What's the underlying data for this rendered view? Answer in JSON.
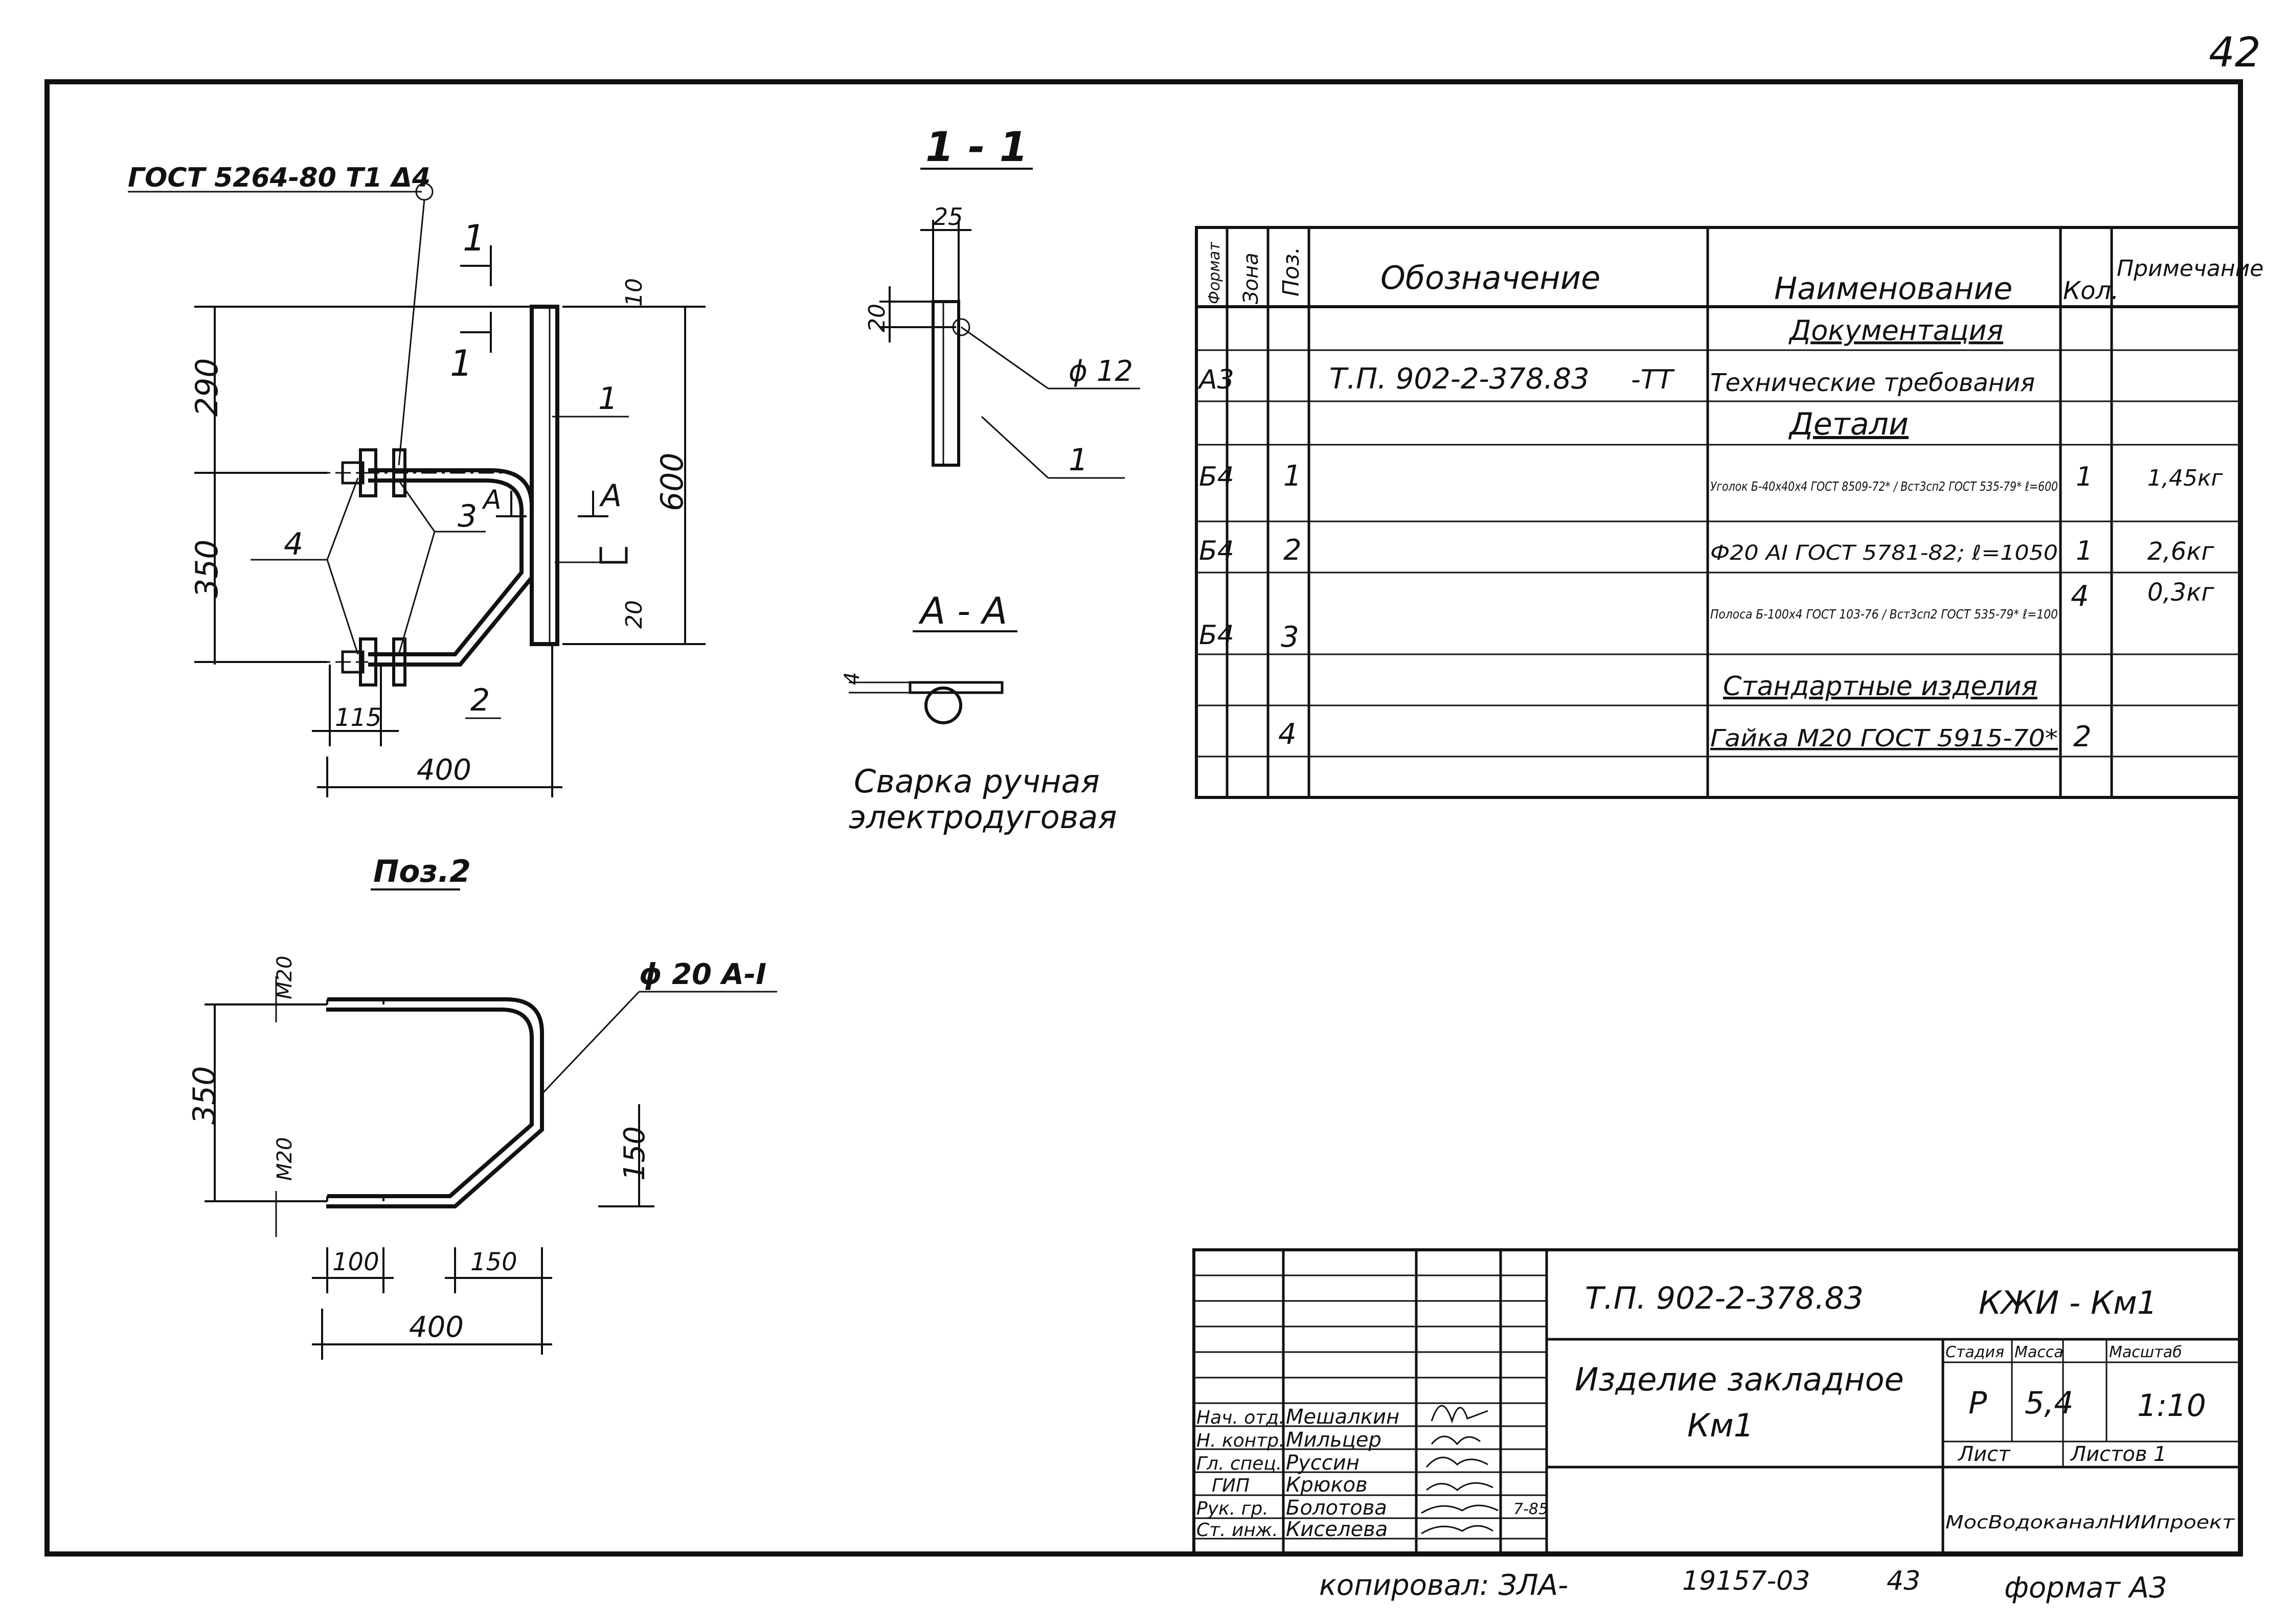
{
  "sheet": {
    "page_number": "42",
    "footer": {
      "copied_by": "копировал: ЗЛА-",
      "archive": "19157-03",
      "sheet_no": "43",
      "format": "формат А3"
    }
  },
  "main_view": {
    "gost_callout": "ГОСТ 5264-80 Т1 Δ4",
    "dims": {
      "d290": "290",
      "d350": "350",
      "d600": "600",
      "d10": "10",
      "d20": "20",
      "d115": "115",
      "d400": "400"
    },
    "labels": {
      "section_mark": "1",
      "pos1": "1",
      "pos2": "2",
      "pos3": "3",
      "pos4": "4",
      "view_a": "А"
    }
  },
  "section_1_1": {
    "title": "1 - 1",
    "d25": "25",
    "d20": "20",
    "hole": "ϕ 12",
    "pos": "1"
  },
  "section_a_a": {
    "title": "А - А",
    "d4": "4"
  },
  "welding_note": {
    "line1": "Сварка ручная",
    "line2": "электродуговая"
  },
  "pos2_detail": {
    "title": "Поз.2",
    "rebar": "ϕ 20 А-I",
    "thread_top": "М20",
    "thread_bottom": "М20",
    "d350": "350",
    "d150v": "150",
    "d100": "100",
    "d150h": "150",
    "d400": "400"
  },
  "spec_table": {
    "headers": {
      "format": "Формат",
      "zone": "Зона",
      "pos": "Поз.",
      "designation": "Обозначение",
      "name": "Наименование",
      "qty": "Кол.",
      "note": "Примечание"
    },
    "rows": [
      {
        "format": "",
        "pos": "",
        "designation": "",
        "name": "Документация",
        "qty": "",
        "note": ""
      },
      {
        "format": "А3",
        "pos": "",
        "designation": "Т.П. 902-2-378.83",
        "suffix": "-ТТ",
        "name": "Технические требования",
        "qty": "",
        "note": ""
      },
      {
        "format": "",
        "pos": "",
        "designation": "",
        "name": "Детали",
        "qty": "",
        "note": ""
      },
      {
        "format": "Б4",
        "pos": "1",
        "designation": "",
        "name": "Уголок Б-40х40х4 ГОСТ 8509-72* / Вст3сп2 ГОСТ 535-79*  ℓ=600",
        "qty": "1",
        "note": "1,45кг"
      },
      {
        "format": "Б4",
        "pos": "2",
        "designation": "",
        "name": "Ф20 АI ГОСТ 5781-82; ℓ=1050",
        "qty": "1",
        "note": "2,6кг"
      },
      {
        "format": "",
        "pos": "",
        "designation": "",
        "name": "Полоса Б-100х4 ГОСТ 103-76 / Вст3сп2 ГОСТ 535-79*  ℓ=100",
        "qty": "4",
        "note": "0,3кг"
      },
      {
        "format": "Б4",
        "pos": "3",
        "designation": "",
        "name": "",
        "qty": "",
        "note": ""
      },
      {
        "format": "",
        "pos": "",
        "designation": "",
        "name": "Стандартные изделия",
        "qty": "",
        "note": ""
      },
      {
        "format": "",
        "pos": "4",
        "designation": "",
        "name": "Гайка М20 ГОСТ 5915-70*",
        "qty": "2",
        "note": ""
      }
    ]
  },
  "title_block": {
    "project": "Т.П. 902-2-378.83",
    "mark": "КЖИ - Км1",
    "title_line1": "Изделие закладное",
    "title_line2": "Км1",
    "stage_label": "Стадия",
    "mass_label": "Масса",
    "scale_label": "Масштаб",
    "stage": "Р",
    "mass": "5,4",
    "scale": "1:10",
    "sheet_label": "Лист",
    "sheets_label": "Листов 1",
    "org": "МосВодоканалНИИпроект",
    "people": [
      {
        "role": "Нач. отд.",
        "name": "Мешалкин"
      },
      {
        "role": "Н. контр.",
        "name": "Мильцер"
      },
      {
        "role": "Гл. спец.",
        "name": "Руссин"
      },
      {
        "role": "ГИП",
        "name": "Крюков"
      },
      {
        "role": "Рук. гр.",
        "name": "Болотова"
      },
      {
        "role": "Ст. инж.",
        "name": "Киселева"
      }
    ],
    "date": "7-85"
  }
}
